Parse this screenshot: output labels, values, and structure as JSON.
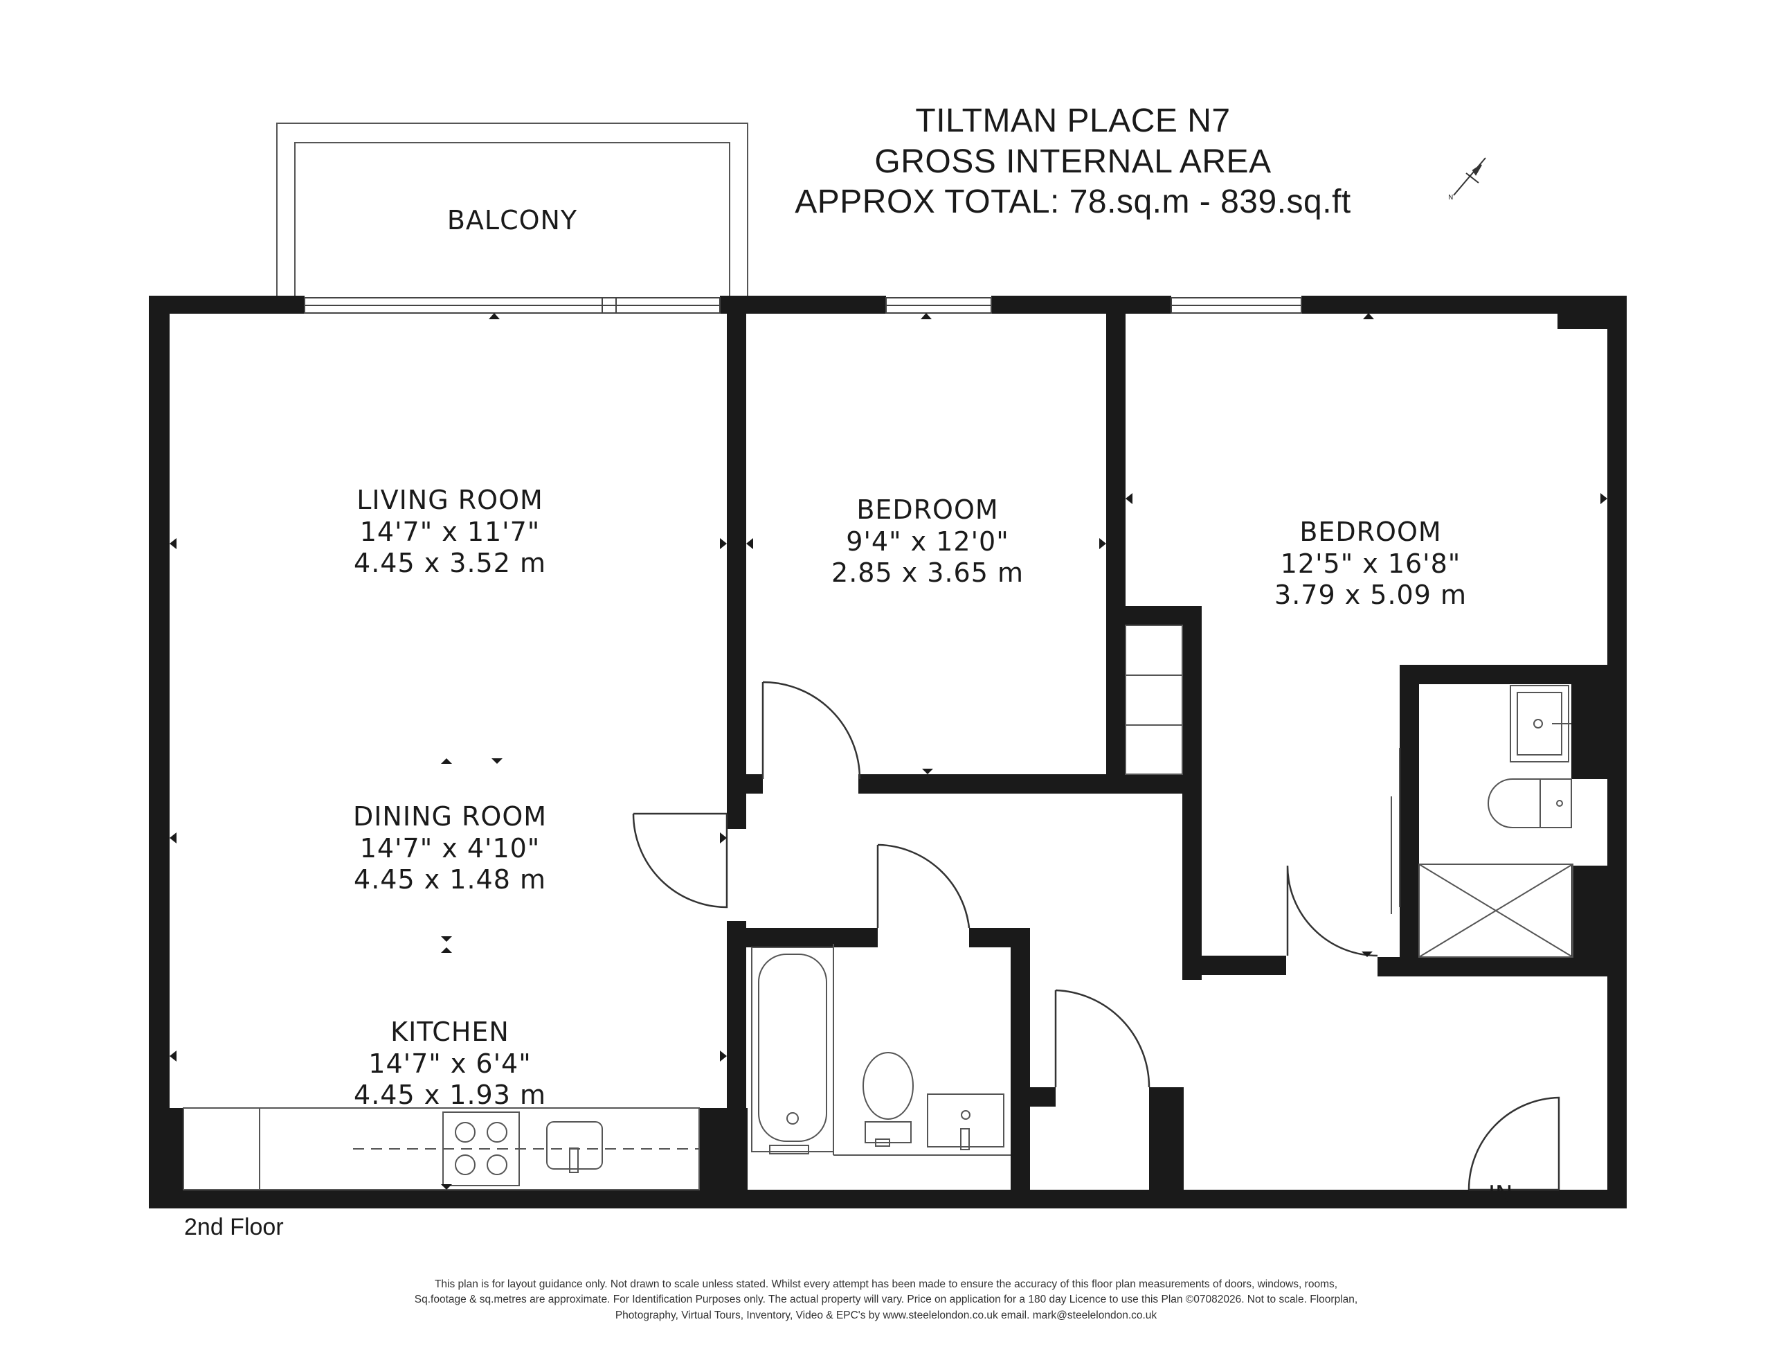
{
  "header": {
    "line1": "TILTMAN PLACE N7",
    "line2": "GROSS INTERNAL AREA",
    "line3": "APPROX TOTAL: 78.sq.m - 839.sq.ft"
  },
  "compass": {
    "north_label": "N",
    "icon": "compass-icon"
  },
  "rooms": {
    "balcony": {
      "name": "BALCONY"
    },
    "living": {
      "name": "LIVING ROOM",
      "imperial": "14'7\" x 11'7\"",
      "metric": "4.45 x 3.52 m"
    },
    "dining": {
      "name": "DINING ROOM",
      "imperial": "14'7\" x 4'10\"",
      "metric": "4.45 x 1.48 m"
    },
    "kitchen": {
      "name": "KITCHEN",
      "imperial": "14'7\" x 6'4\"",
      "metric": "4.45 x 1.93 m"
    },
    "bedroom1": {
      "name": "BEDROOM",
      "imperial": "9'4\" x 12'0\"",
      "metric": "2.85 x 3.65 m"
    },
    "bedroom2": {
      "name": "BEDROOM",
      "imperial": "12'5\" x 16'8\"",
      "metric": "3.79 x 5.09 m"
    }
  },
  "entrance_label": "IN",
  "floor_label": "2nd Floor",
  "disclaimer": {
    "line1": "This plan is for layout guidance only. Not drawn to scale unless stated. Whilst every attempt has been made to ensure the accuracy of this floor plan measurements of doors, windows, rooms,",
    "line2": "Sq.footage & sq.metres are approximate. For Identification Purposes only. The actual property will vary. Price on application for a 180 day Licence to use this Plan ©07082026. Not to scale. Floorplan,",
    "line3": "Photography, Virtual Tours, Inventory, Video & EPC's by www.steelelondon.co.uk  email. mark@steelelondon.co.uk"
  },
  "colors": {
    "wall": "#1a1a1a",
    "fixture": "#444444",
    "background": "#ffffff"
  }
}
